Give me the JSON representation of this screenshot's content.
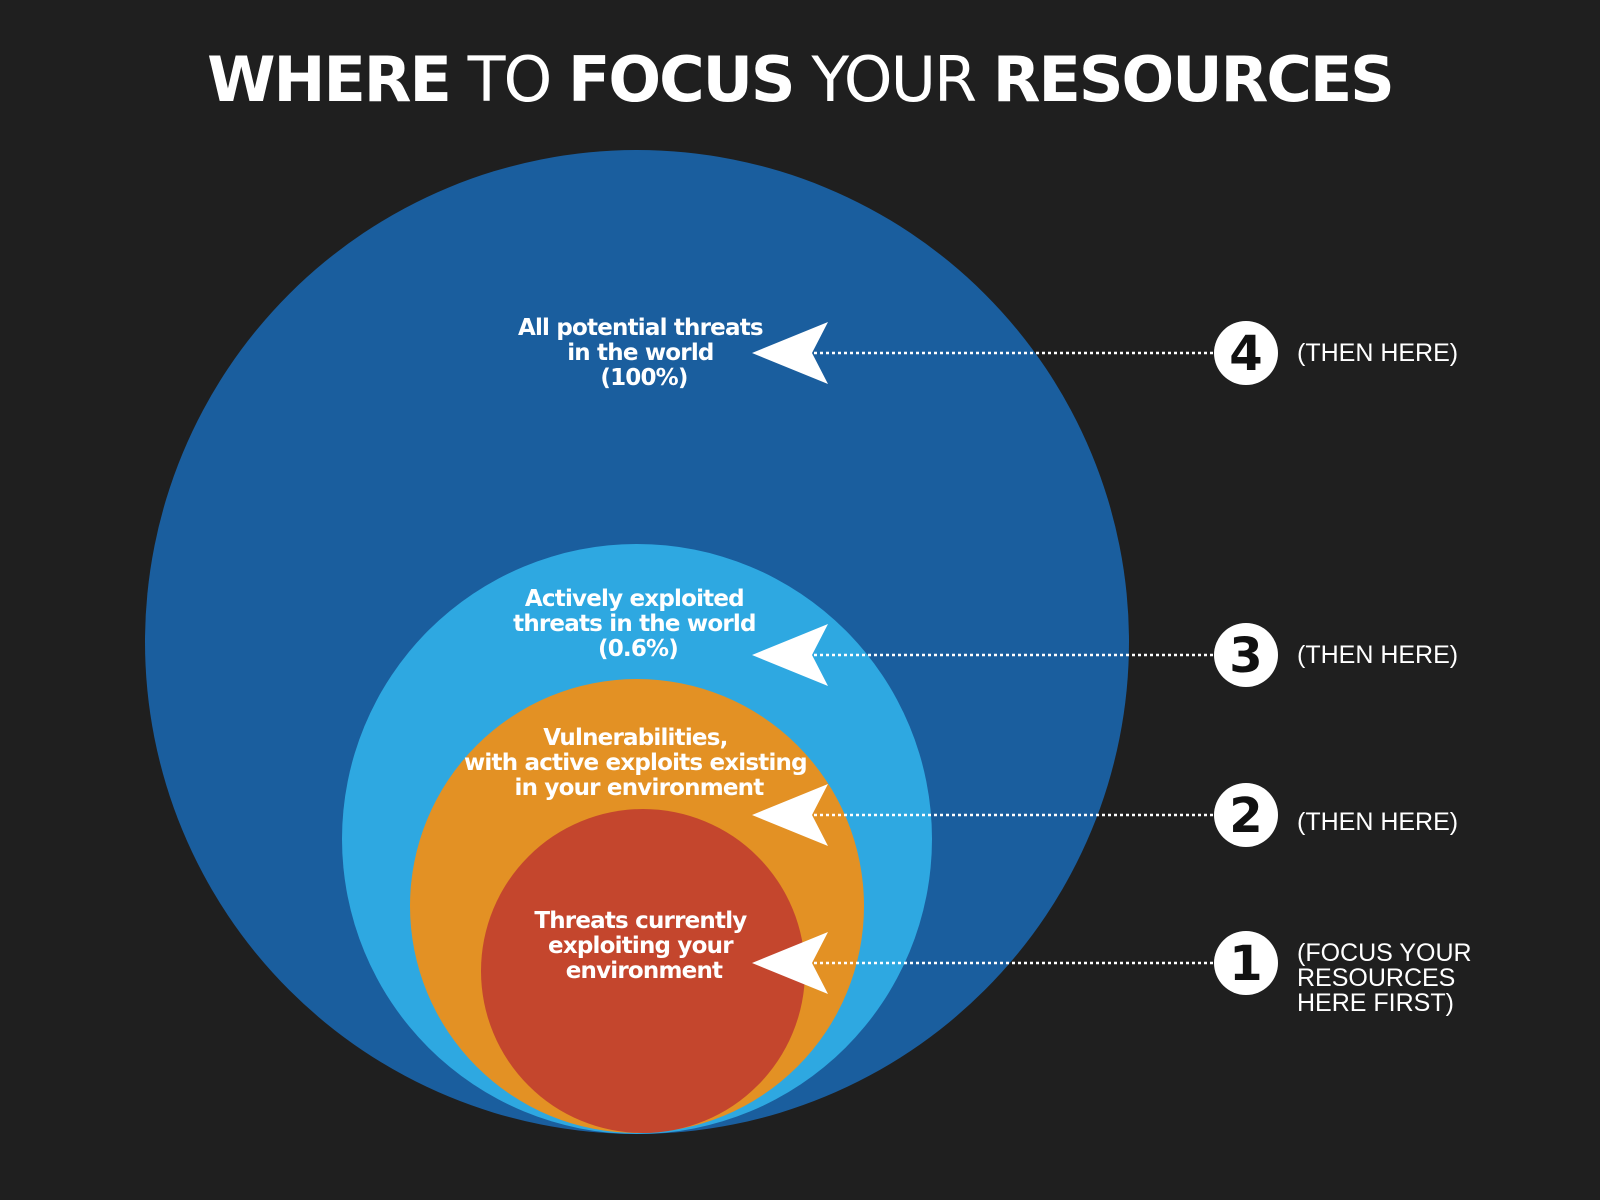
{
  "title": {
    "w1": "WHERE",
    "w2": "TO",
    "w3": "FOCUS",
    "w4": "YOUR",
    "w5": "RESOURCES"
  },
  "colors": {
    "background": "#1f1f1f",
    "outer": "#1a5e9e",
    "light": "#2ea8e1",
    "orange": "#e39124",
    "red": "#c4462d"
  },
  "circles": {
    "c4": {
      "lines": [
        "All potential threats",
        "in the world",
        "(100%)"
      ],
      "number": "4",
      "note": [
        "(THEN HERE)"
      ]
    },
    "c3": {
      "lines": [
        "Actively exploited",
        "threats in the world",
        "(0.6%)"
      ],
      "number": "3",
      "note": [
        "(THEN HERE)"
      ]
    },
    "c2": {
      "lines": [
        "Vulnerabilities,",
        "with active exploits existing",
        "in your environment"
      ],
      "number": "2",
      "note": [
        "(THEN HERE)"
      ]
    },
    "c1": {
      "lines": [
        "Threats currently",
        "exploiting your",
        "environment"
      ],
      "number": "1",
      "note": [
        "(FOCUS YOUR",
        "RESOURCES",
        "HERE FIRST)"
      ]
    }
  }
}
